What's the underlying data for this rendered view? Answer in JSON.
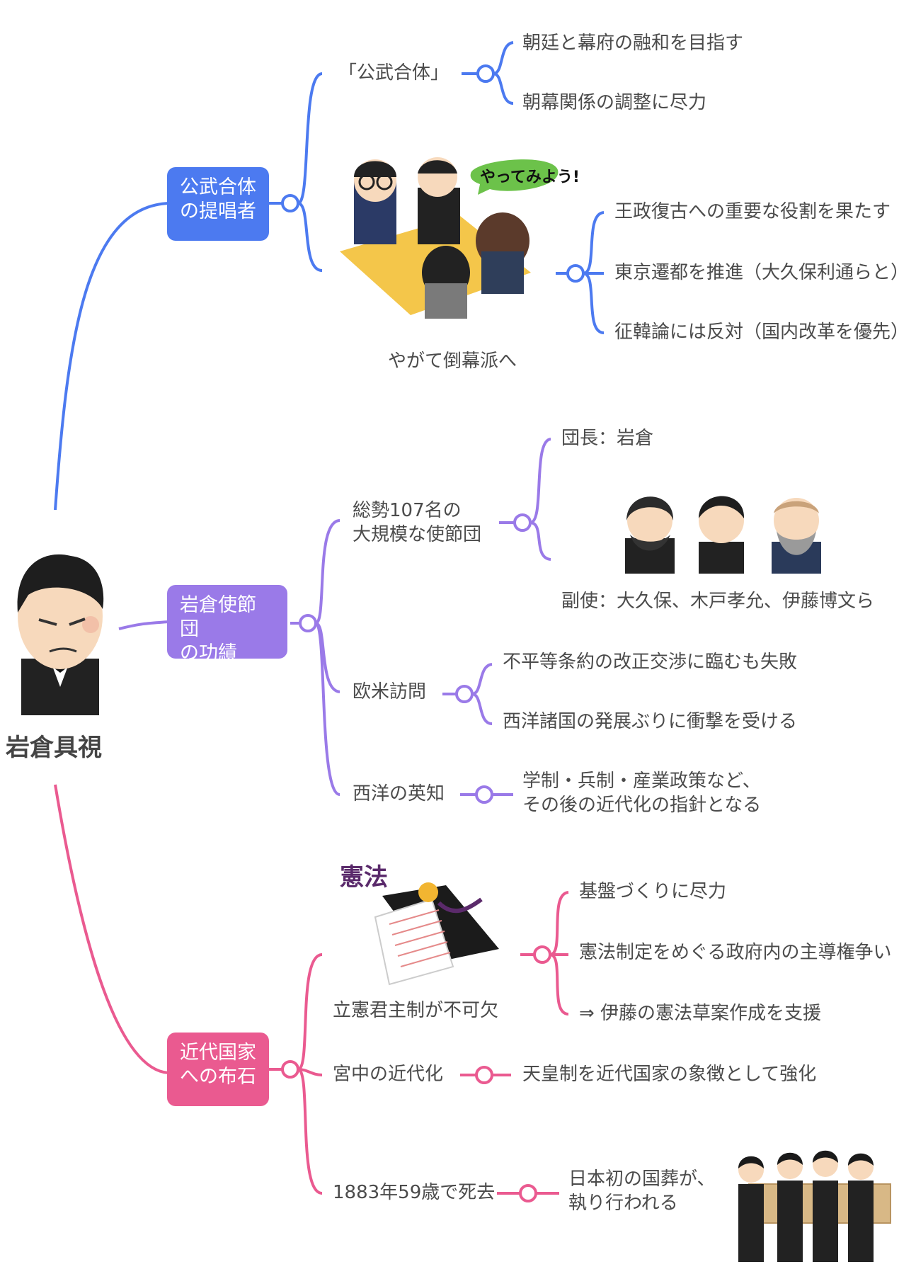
{
  "root": {
    "name": "岩倉具視"
  },
  "colors": {
    "blue": "#4c7af0",
    "purple": "#9a7ae8",
    "pink": "#ea5a90"
  },
  "branches": [
    {
      "label": "公武合体\nの提唱者",
      "nodes": [
        {
          "label": "「公武合体」",
          "children": [
            "朝廷と幕府の融和を目指す",
            "朝幕関係の調整に尽力"
          ]
        },
        {
          "label": "やがて倒幕派へ",
          "illustration": "meeting-illustration",
          "bubble": "やってみよう!",
          "children": [
            "王政復古への重要な役割を果たす",
            "東京遷都を推進（大久保利通らと）",
            "征韓論には反対（国内改革を優先）"
          ]
        }
      ]
    },
    {
      "label": "岩倉使節団\nの功績",
      "nodes": [
        {
          "label": "総勢107名の\n大規模な使節団",
          "children": [
            "団長：岩倉",
            "副使：大久保、木戸孝允、伊藤博文ら"
          ],
          "illustration": "three-portraits"
        },
        {
          "label": "欧米訪問",
          "children": [
            "不平等条約の改正交渉に臨むも失敗",
            "西洋諸国の発展ぶりに衝撃を受ける"
          ]
        },
        {
          "label": "西洋の英知",
          "children": [
            "学制・兵制・産業政策など、\nその後の近代化の指針となる"
          ]
        }
      ]
    },
    {
      "label": "近代国家\nへの布石",
      "nodes": [
        {
          "label": "立憲君主制が不可欠",
          "illustration": "constitution-illustration",
          "stamp": "憲法",
          "children": [
            "基盤づくりに尽力",
            "憲法制定をめぐる政府内の主導権争い",
            "⇒ 伊藤の憲法草案作成を支援"
          ]
        },
        {
          "label": "宮中の近代化",
          "children": [
            "天皇制を近代国家の象徴として強化"
          ]
        },
        {
          "label": "1883年59歳で死去",
          "illustration": "funeral-illustration",
          "children": [
            "日本初の国葬が、\n執り行われる"
          ]
        }
      ]
    }
  ]
}
